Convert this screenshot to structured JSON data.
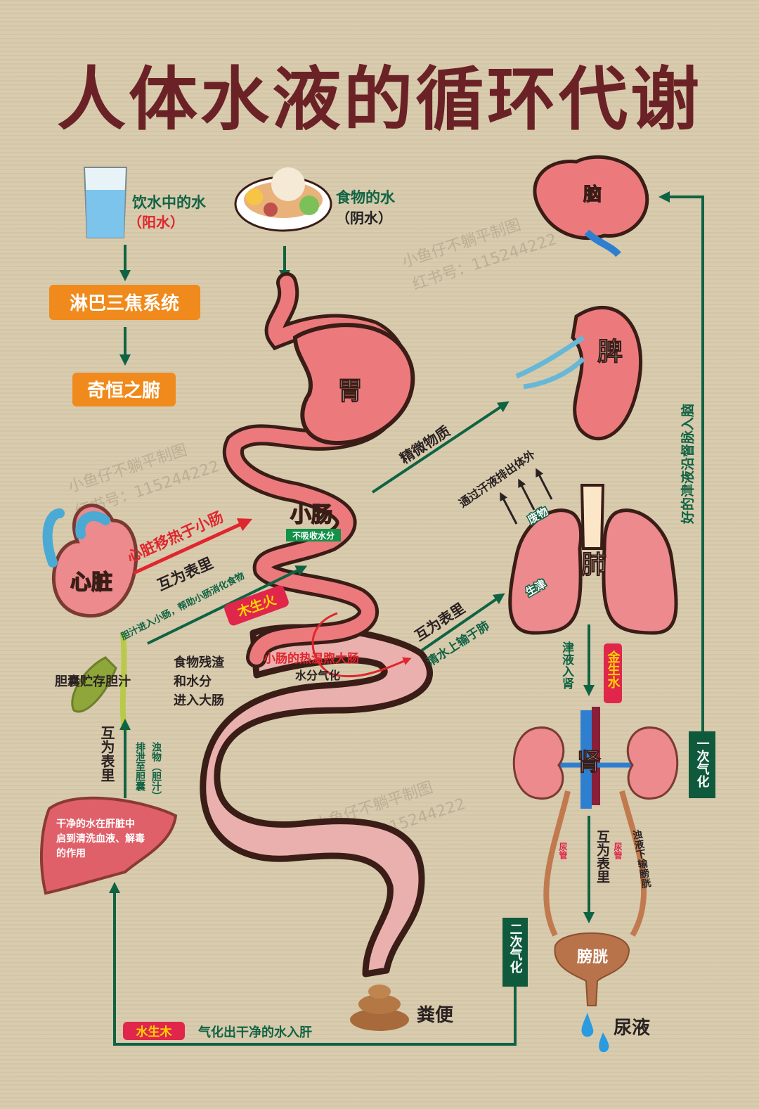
{
  "title": "人体水液的循环代谢",
  "colors": {
    "title": "#6b2226",
    "green": "#0f6343",
    "red": "#e0262e",
    "orange": "#f08a1c",
    "organ_pink": "#ec8a8d",
    "intestine_pink": "#eab0ae",
    "outline": "#3a1d16",
    "badge_red": "#e0264a",
    "badge_text": "#ffd400"
  },
  "sources": {
    "drink_water": "饮水中的水",
    "drink_water_type": "（阳水）",
    "food_water": "食物的水",
    "food_water_type": "（阴水）"
  },
  "boxes": {
    "lymph": "淋巴三焦系统",
    "extraordinary": "奇恒之腑"
  },
  "organs": {
    "stomach": "胃",
    "small_intestine": "小肠",
    "small_intestine_note": "不吸收水分",
    "brain": "脑",
    "spleen": "脾",
    "lung": "肺",
    "kidney": "肾",
    "bladder": "膀胱",
    "heart": "心脏",
    "feces": "粪便",
    "urine": "尿液",
    "gallbladder": "胆囊贮存胆汁",
    "liver_note": [
      "干净的水在肝脏中",
      "启到清洗血液、解毒",
      "的作用"
    ]
  },
  "labels": {
    "essence": "精微物质",
    "sweat": "通过汗液排出体外",
    "waste": "废物",
    "fluid_gen": "生津",
    "heart_heat": "心脏移热于小肠",
    "interior_exterior": "互为表里",
    "bile_enters": "胆汁进入小肠，帮助小肠消化食物",
    "wood_fire": "木生火",
    "residue": [
      "食物残渣",
      "和水分",
      "进入大肠"
    ],
    "si_warms_li": "小肠的热温煦大肠",
    "water_vapor": "水分气化",
    "clear_water_lung": "清水上输于肺",
    "fluid_to_kidney": "津液入肾",
    "metal_water": "金生水",
    "ureter": "尿管",
    "turbid_to_bladder": "浊液下输膀胱",
    "first_qi": "一次气化",
    "second_qi": "二次气化",
    "to_brain": "好的津液沿督脉入脑",
    "water_wood": "水生木",
    "clean_to_liver": "气化出干净的水入肝",
    "turbid_bile": "浊物（胆汁）",
    "excrete_gb": "排泄至胆囊"
  },
  "watermark": {
    "line1": "小鱼仔不躺平制图",
    "line2": "红书号：115244222"
  }
}
